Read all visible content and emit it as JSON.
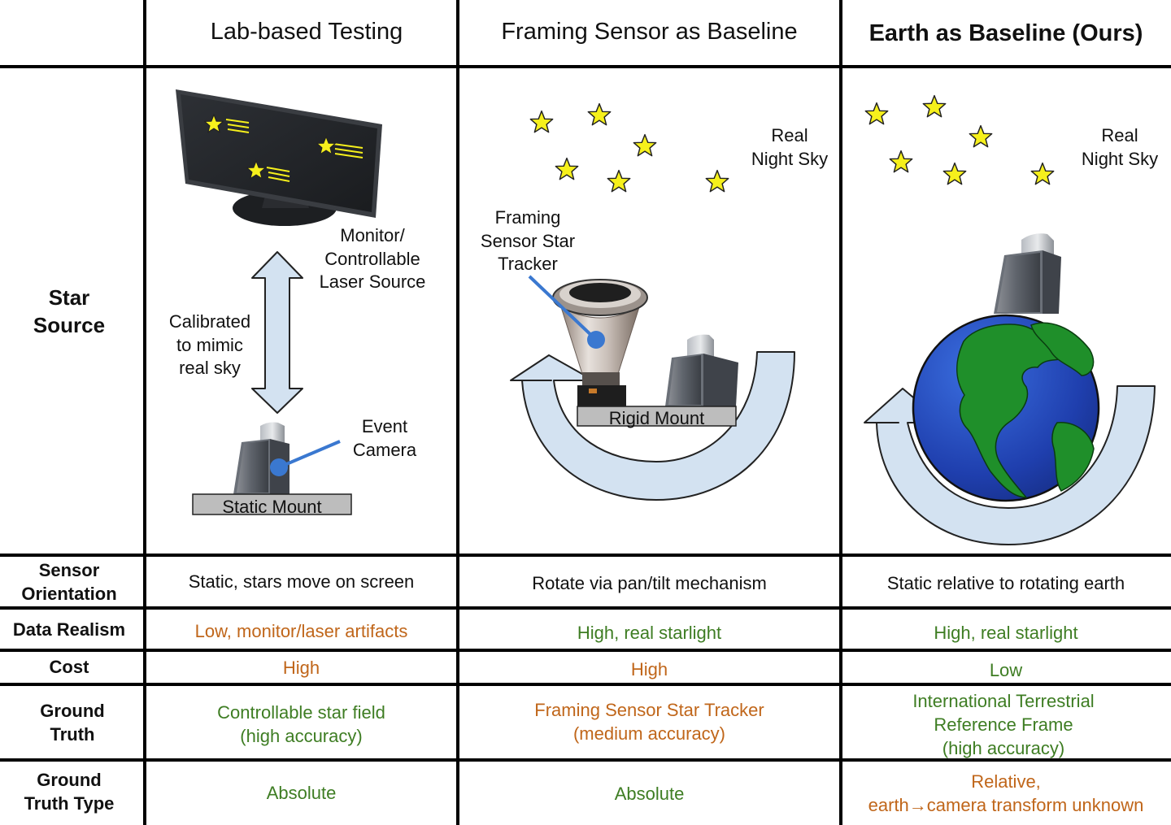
{
  "columns": {
    "lab": "Lab-based Testing",
    "framing": "Framing Sensor as Baseline",
    "earth": "Earth as Baseline (Ours)"
  },
  "row_labels": {
    "star_source": [
      "Star",
      "Source"
    ],
    "sensor_orientation": [
      "Sensor",
      "Orientation"
    ],
    "data_realism": "Data Realism",
    "cost": "Cost",
    "ground_truth": [
      "Ground",
      "Truth"
    ],
    "ground_truth_type": [
      "Ground",
      "Truth Type"
    ]
  },
  "illustration_labels": {
    "monitor": [
      "Monitor/",
      "Controllable",
      "Laser Source"
    ],
    "calibrated": [
      "Calibrated",
      "to mimic",
      "real sky"
    ],
    "event_camera": [
      "Event",
      "Camera"
    ],
    "static_mount": "Static Mount",
    "real_night_sky_framing": [
      "Real",
      "Night Sky"
    ],
    "framing_tracker": [
      "Framing",
      "Sensor Star",
      "Tracker"
    ],
    "rigid_mount": "Rigid Mount",
    "real_night_sky_earth": [
      "Real",
      "Night Sky"
    ]
  },
  "rows": {
    "sensor_orientation": {
      "lab": "Static, stars move on screen",
      "framing": "Rotate via pan/tilt mechanism",
      "earth": "Static relative to rotating earth"
    },
    "data_realism": {
      "lab": "Low, monitor/laser artifacts",
      "framing": "High, real starlight",
      "earth": "High, real starlight"
    },
    "cost": {
      "lab": "High",
      "framing": "High",
      "earth": "Low"
    },
    "ground_truth": {
      "lab": [
        "Controllable star field",
        "(high accuracy)"
      ],
      "framing": [
        "Framing Sensor Star Tracker",
        "(medium accuracy)"
      ],
      "earth": [
        "International Terrestrial",
        "Reference Frame",
        "(high accuracy)"
      ]
    },
    "ground_truth_type": {
      "lab": "Absolute",
      "framing": "Absolute",
      "earth": [
        "Relative,",
        "earth→camera transform unknown"
      ]
    }
  },
  "colors": {
    "positive": "#3e7d23",
    "negative": "#c0661a",
    "arrow_fill": "#d3e2f1",
    "pointer": "#3a78d0",
    "star": "#f6f01c"
  }
}
